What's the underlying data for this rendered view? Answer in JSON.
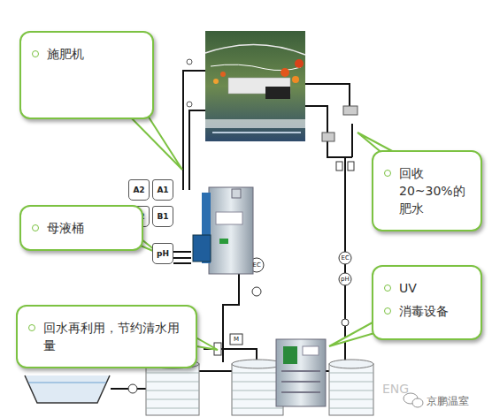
{
  "diagram": {
    "nodes": [
      {
        "text": [
          "施肥机"
        ]
      },
      {
        "text": [
          "回收20~30%的肥水"
        ]
      },
      {
        "text": [
          "A2"
        ]
      },
      {
        "text": [
          "A1"
        ]
      },
      {
        "text": [
          "B2"
        ]
      },
      {
        "text": [
          "B1"
        ]
      },
      {
        "text": [
          "母液桶"
        ]
      },
      {
        "text": [
          "pH"
        ]
      },
      {
        "text": [
          "UV",
          "消毒设备"
        ]
      },
      {
        "text": [
          "回水再利用，节约清水用量"
        ]
      }
    ],
    "labels": [
      "EC",
      "EC",
      "pH",
      "M",
      "ENG",
      "京鹏温室"
    ]
  }
}
